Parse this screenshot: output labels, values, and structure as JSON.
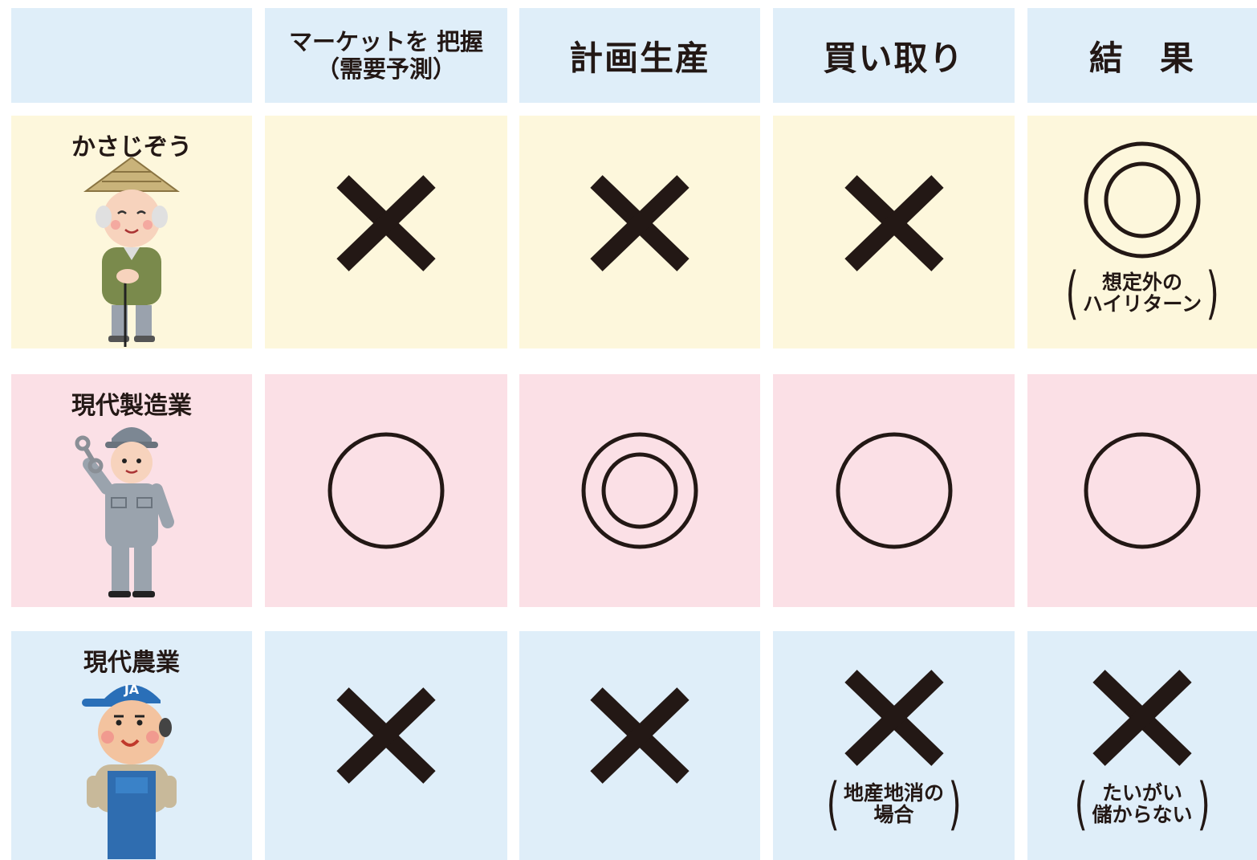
{
  "header": {
    "col1": "マーケットを 把握\n（需要予測）",
    "col2": "計画生産",
    "col3": "買い取り",
    "col4": "結　果"
  },
  "rows": [
    {
      "label": "かさじぞう",
      "illustration": "old-farmer-straw-hat",
      "marks": [
        "cross",
        "cross",
        "cross",
        "double-circle"
      ],
      "notes": [
        "",
        "",
        "",
        "想定外の\nハイリターン"
      ]
    },
    {
      "label": "現代製造業",
      "illustration": "factory-worker-wrench",
      "marks": [
        "circle",
        "double-circle",
        "circle",
        "circle"
      ],
      "notes": [
        "",
        "",
        "",
        ""
      ]
    },
    {
      "label": "現代農業",
      "illustration": "ja-farmer-overalls",
      "marks": [
        "cross",
        "cross",
        "cross",
        "cross"
      ],
      "notes": [
        "",
        "",
        "地産地消の\n場合",
        "たいがい\n儲からない"
      ]
    }
  ],
  "cap_text": "JA",
  "colors": {
    "header_bg": "#dfeef9",
    "row1_bg": "#fdf7dc",
    "row2_bg": "#fbe0e6",
    "row3_bg": "#dfeef9",
    "mark": "#231815"
  }
}
